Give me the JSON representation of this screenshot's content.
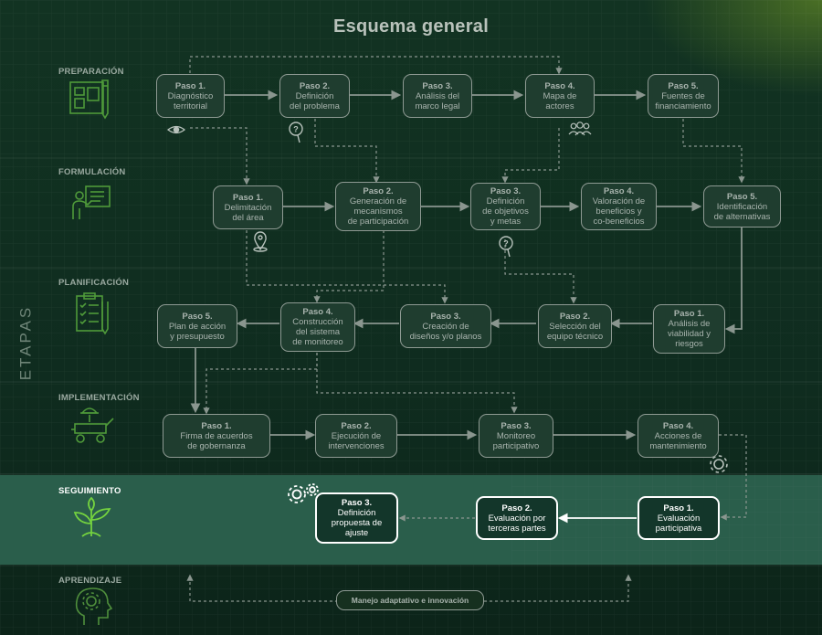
{
  "title": "Esquema general",
  "axis_label": "ETAPAS",
  "stages": [
    {
      "id": "preparacion",
      "label": "PREPARACIÓN",
      "icon": "blueprint-icon",
      "steps": [
        {
          "step": "Paso 1.",
          "desc": [
            "Diagnóstico",
            "territorial"
          ]
        },
        {
          "step": "Paso 2.",
          "desc": [
            "Definición",
            "del problema"
          ]
        },
        {
          "step": "Paso 3.",
          "desc": [
            "Análisis del",
            "marco legal"
          ]
        },
        {
          "step": "Paso 4.",
          "desc": [
            "Mapa de",
            "actores"
          ]
        },
        {
          "step": "Paso 5.",
          "desc": [
            "Fuentes de",
            "financiamiento"
          ]
        }
      ]
    },
    {
      "id": "formulacion",
      "label": "FORMULACIÓN",
      "icon": "presentation-icon",
      "steps": [
        {
          "step": "Paso 1.",
          "desc": [
            "Delimitación",
            "del área"
          ]
        },
        {
          "step": "Paso 2.",
          "desc": [
            "Generación de",
            "mecanismos",
            "de participación"
          ]
        },
        {
          "step": "Paso 3.",
          "desc": [
            "Definición",
            "de objetivos",
            "y metas"
          ]
        },
        {
          "step": "Paso 4.",
          "desc": [
            "Valoración de",
            "beneficios y",
            "co-beneficios"
          ]
        },
        {
          "step": "Paso 5.",
          "desc": [
            "Identificación",
            "de alternativas"
          ]
        }
      ]
    },
    {
      "id": "planificacion",
      "label": "PLANIFICACIÓN",
      "icon": "checklist-icon",
      "steps": [
        {
          "step": "Paso 1.",
          "desc": [
            "Análisis de",
            "viabilidad y",
            "riesgos"
          ]
        },
        {
          "step": "Paso 2.",
          "desc": [
            "Selección del",
            "equipo técnico"
          ]
        },
        {
          "step": "Paso 3.",
          "desc": [
            "Creación de",
            "diseños y/o planos"
          ]
        },
        {
          "step": "Paso 4.",
          "desc": [
            "Construcción",
            "del sistema",
            "de monitoreo"
          ]
        },
        {
          "step": "Paso 5.",
          "desc": [
            "Plan de acción",
            "y presupuesto"
          ]
        }
      ]
    },
    {
      "id": "implementacion",
      "label": "IMPLEMENTACIÓN",
      "icon": "construction-icon",
      "steps": [
        {
          "step": "Paso 1.",
          "desc": [
            "Firma de acuerdos",
            "de gobernanza"
          ]
        },
        {
          "step": "Paso 2.",
          "desc": [
            "Ejecución de",
            "intervenciones"
          ]
        },
        {
          "step": "Paso 3.",
          "desc": [
            "Monitoreo",
            "participativo"
          ]
        },
        {
          "step": "Paso 4.",
          "desc": [
            "Acciones de",
            "mantenimiento"
          ]
        }
      ]
    },
    {
      "id": "seguimiento",
      "label": "SEGUIMIENTO",
      "icon": "sprout-icon",
      "steps": [
        {
          "step": "Paso 1.",
          "desc": [
            "Evaluación",
            "participativa"
          ]
        },
        {
          "step": "Paso 2.",
          "desc": [
            "Evaluación por",
            "terceras partes"
          ]
        },
        {
          "step": "Paso 3.",
          "desc": [
            "Definición",
            "propuesta de",
            "ajuste"
          ]
        }
      ]
    },
    {
      "id": "aprendizaje",
      "label": "APRENDIZAJE",
      "icon": "head-gear-icon",
      "pill": "Manejo adaptativo e innovación"
    }
  ],
  "colors": {
    "background": "#0f2c1f",
    "band_highlight": "#2a5e4b",
    "box_fill": "#1f3d2f",
    "box_border": "#8e9a93",
    "connector": "#8a968f",
    "active_border": "#ffffff"
  }
}
